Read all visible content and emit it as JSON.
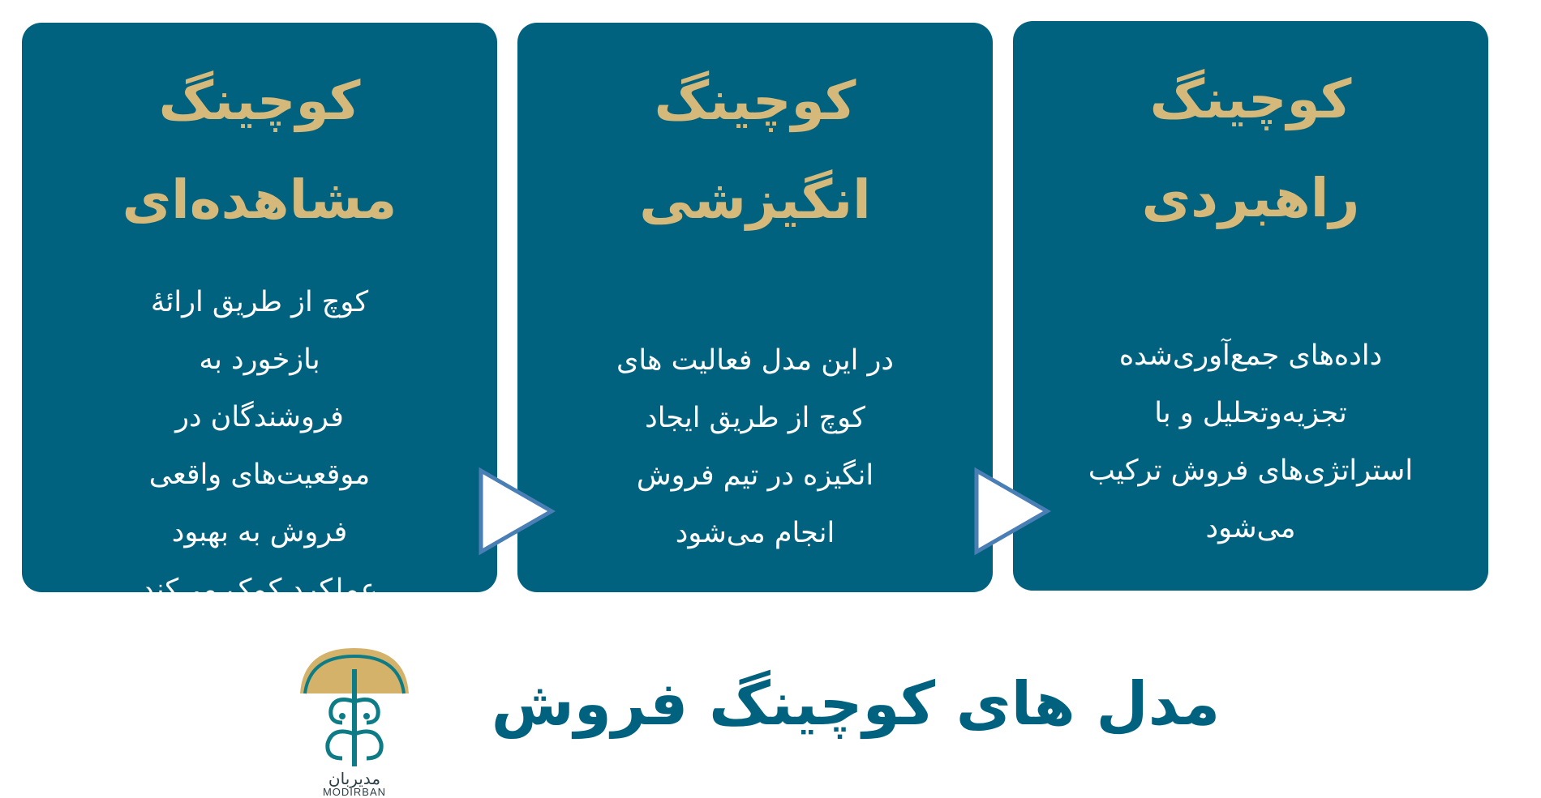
{
  "cards": [
    {
      "title_line1": "کوچینگ",
      "title_line2": "راهبردی",
      "body": [
        "داده‌های جمع‌آوری‌شده",
        "تجزیه‌وتحلیل و با",
        "استراتژی‌های فروش ترکیب",
        "می‌شود"
      ]
    },
    {
      "title_line1": "کوچینگ",
      "title_line2": "انگیزشی",
      "body": [
        "در این مدل فعالیت های",
        "کوچ از طریق ایجاد",
        "انگیزه در تیم فروش",
        "انجام می‌شود"
      ]
    },
    {
      "title_line1": "کوچینگ",
      "title_line2": "مشاهده‌ای",
      "body": [
        "کوچ از طریق ارائهٔ",
        "بازخورد به",
        "فروشندگان در",
        "موقعیت‌های واقعی",
        "فروش به بهبود",
        "عملکرد کمک می‌کند"
      ]
    }
  ],
  "footer": {
    "title": "مدل های کوچینگ فروش"
  },
  "logo": {
    "name_fa": "مدیربان",
    "name_en": "MODIRBAN"
  },
  "colors": {
    "card_bg": "#01627f",
    "title_gold": "#d4b97a",
    "body_text": "#ffffff",
    "arrow_fill": "#ffffff",
    "arrow_stroke": "#4a7fb5",
    "logo_gold": "#d4b26a",
    "logo_teal": "#0e7c86"
  }
}
